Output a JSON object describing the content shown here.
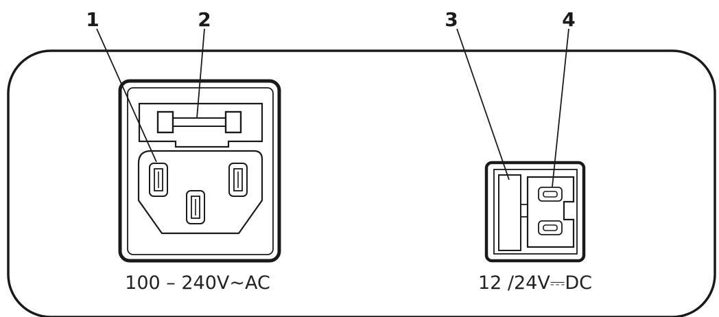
{
  "callouts": [
    {
      "number": "1"
    },
    {
      "number": "2"
    },
    {
      "number": "3"
    },
    {
      "number": "4"
    }
  ],
  "labels": {
    "ac_input": "100 – 240V~AC",
    "dc_input": "12 /24V⎓DC"
  },
  "colors": {
    "line": "#1a1a1a",
    "background": "#ffffff"
  }
}
